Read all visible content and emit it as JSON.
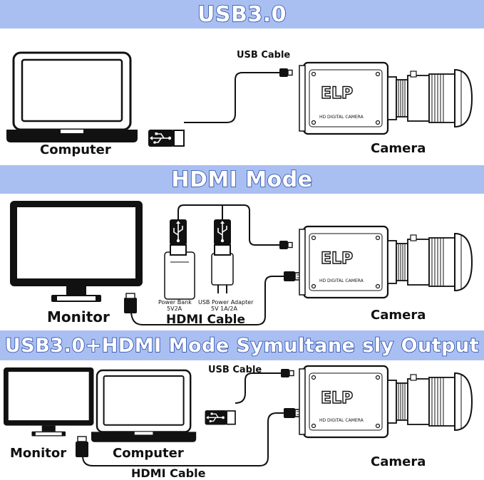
{
  "sections": [
    {
      "title": "USB3.0",
      "labels": {
        "computer": "Computer",
        "camera": "Camera",
        "usb_cable": "USB Cable"
      },
      "camera_brand": "ELP",
      "camera_model": "HD DIGITAL CAMERA"
    },
    {
      "title": "HDMI Mode",
      "labels": {
        "monitor": "Monitor",
        "camera": "Camera",
        "hdmi_cable": "HDMI Cable",
        "power_bank": "Power Bank",
        "power_bank_spec": "5V2A",
        "power_adapter": "USB Power Adapter",
        "power_adapter_spec": "5V 1A/2A"
      },
      "camera_brand": "ELP",
      "camera_model": "HD DIGITAL CAMERA"
    },
    {
      "title": "USB3.0+HDMI Mode Symultane sly Output",
      "labels": {
        "monitor": "Monitor",
        "computer": "Computer",
        "camera": "Camera",
        "usb_cable": "USB Cable",
        "hdmi_cable": "HDMI Cable"
      },
      "camera_brand": "ELP",
      "camera_model": "HD DIGITAL CAMERA"
    }
  ],
  "colors": {
    "band": "#a9bff2",
    "title_outline": "#2547a8",
    "title_fill": "#ffffff",
    "line": "#111111"
  }
}
